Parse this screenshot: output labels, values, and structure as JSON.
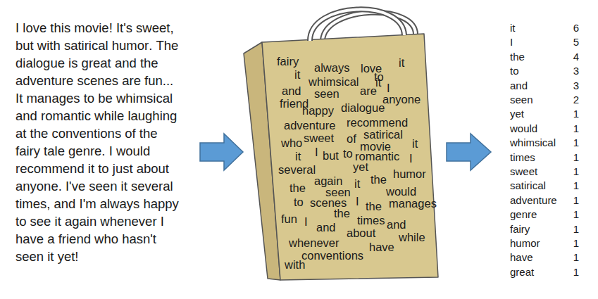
{
  "diagram": {
    "nodes": [
      {
        "text": [
          "fairy",
          "always",
          "love",
          "to",
          "it",
          "it",
          "whimsical",
          "it",
          "I",
          "and",
          "seen",
          "are",
          "anyone",
          "friend",
          "happy",
          "dialogue",
          "adventure",
          "recommend",
          "who",
          "sweet",
          "of",
          "satirical",
          "it",
          "movie",
          "it",
          "I",
          "but",
          "to",
          "romantic",
          "I",
          "several",
          "yet",
          "again",
          "it",
          "the",
          "humor",
          "the",
          "seen",
          "would",
          "to",
          "scenes",
          "I",
          "the",
          "manages",
          "the",
          "times",
          "and",
          "fun",
          "I",
          "and",
          "about",
          "while",
          "whenever",
          "have",
          "conventions",
          "with"
        ]
      }
    ],
    "labels": [
      "I love this movie! It's sweet, but with satirical humor. The dialogue is great and the adventure scenes are fun... It manages to be whimsical and romantic while laughing at the conventions of the fairy tale genre. I would recommend it to just about anyone. I've seen it several times, and I'm always happy to see it again whenever I have a friend who hasn't seen it yet!",
      "it",
      "6",
      "I",
      "5",
      "the",
      "4",
      "to",
      "3",
      "and",
      "3",
      "seen",
      "2",
      "yet",
      "1",
      "would",
      "1",
      "whimsical",
      "1",
      "times",
      "1",
      "sweet",
      "1",
      "satirical",
      "1",
      "adventure",
      "1",
      "genre",
      "1",
      "fairy",
      "1",
      "humor",
      "1",
      "have",
      "1",
      "great",
      "1"
    ]
  }
}
